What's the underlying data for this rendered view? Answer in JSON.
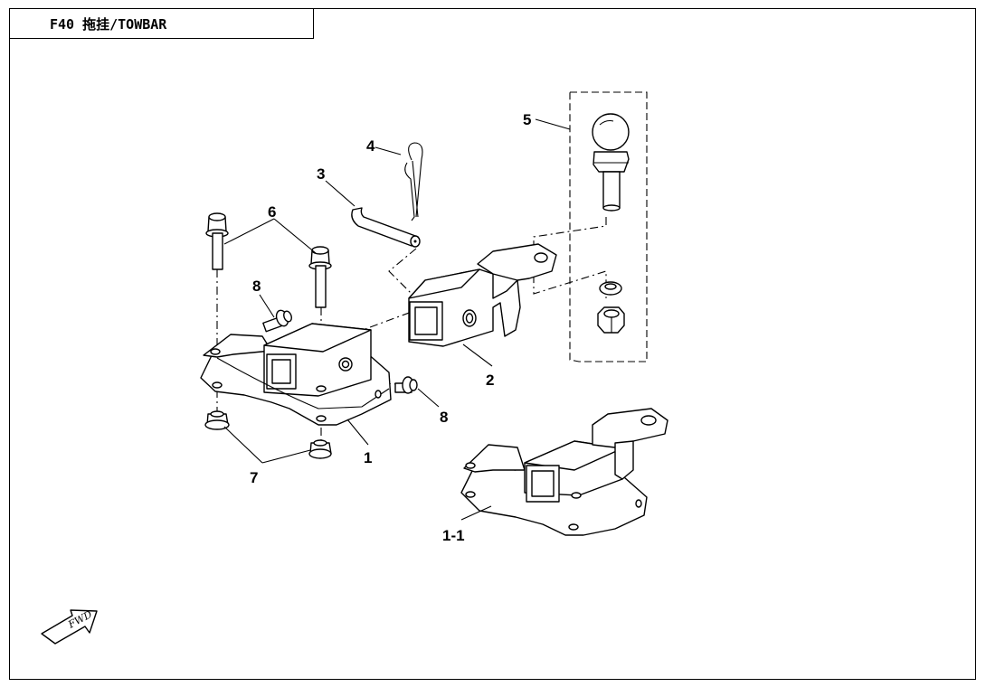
{
  "title": "F40 拖挂/TOWBAR",
  "callouts": {
    "c1": "1",
    "c1_1": "1-1",
    "c2": "2",
    "c3": "3",
    "c4": "4",
    "c5": "5",
    "c6": "6",
    "c7": "7",
    "c8a": "8",
    "c8b": "8"
  },
  "fwd_label": "FWD"
}
